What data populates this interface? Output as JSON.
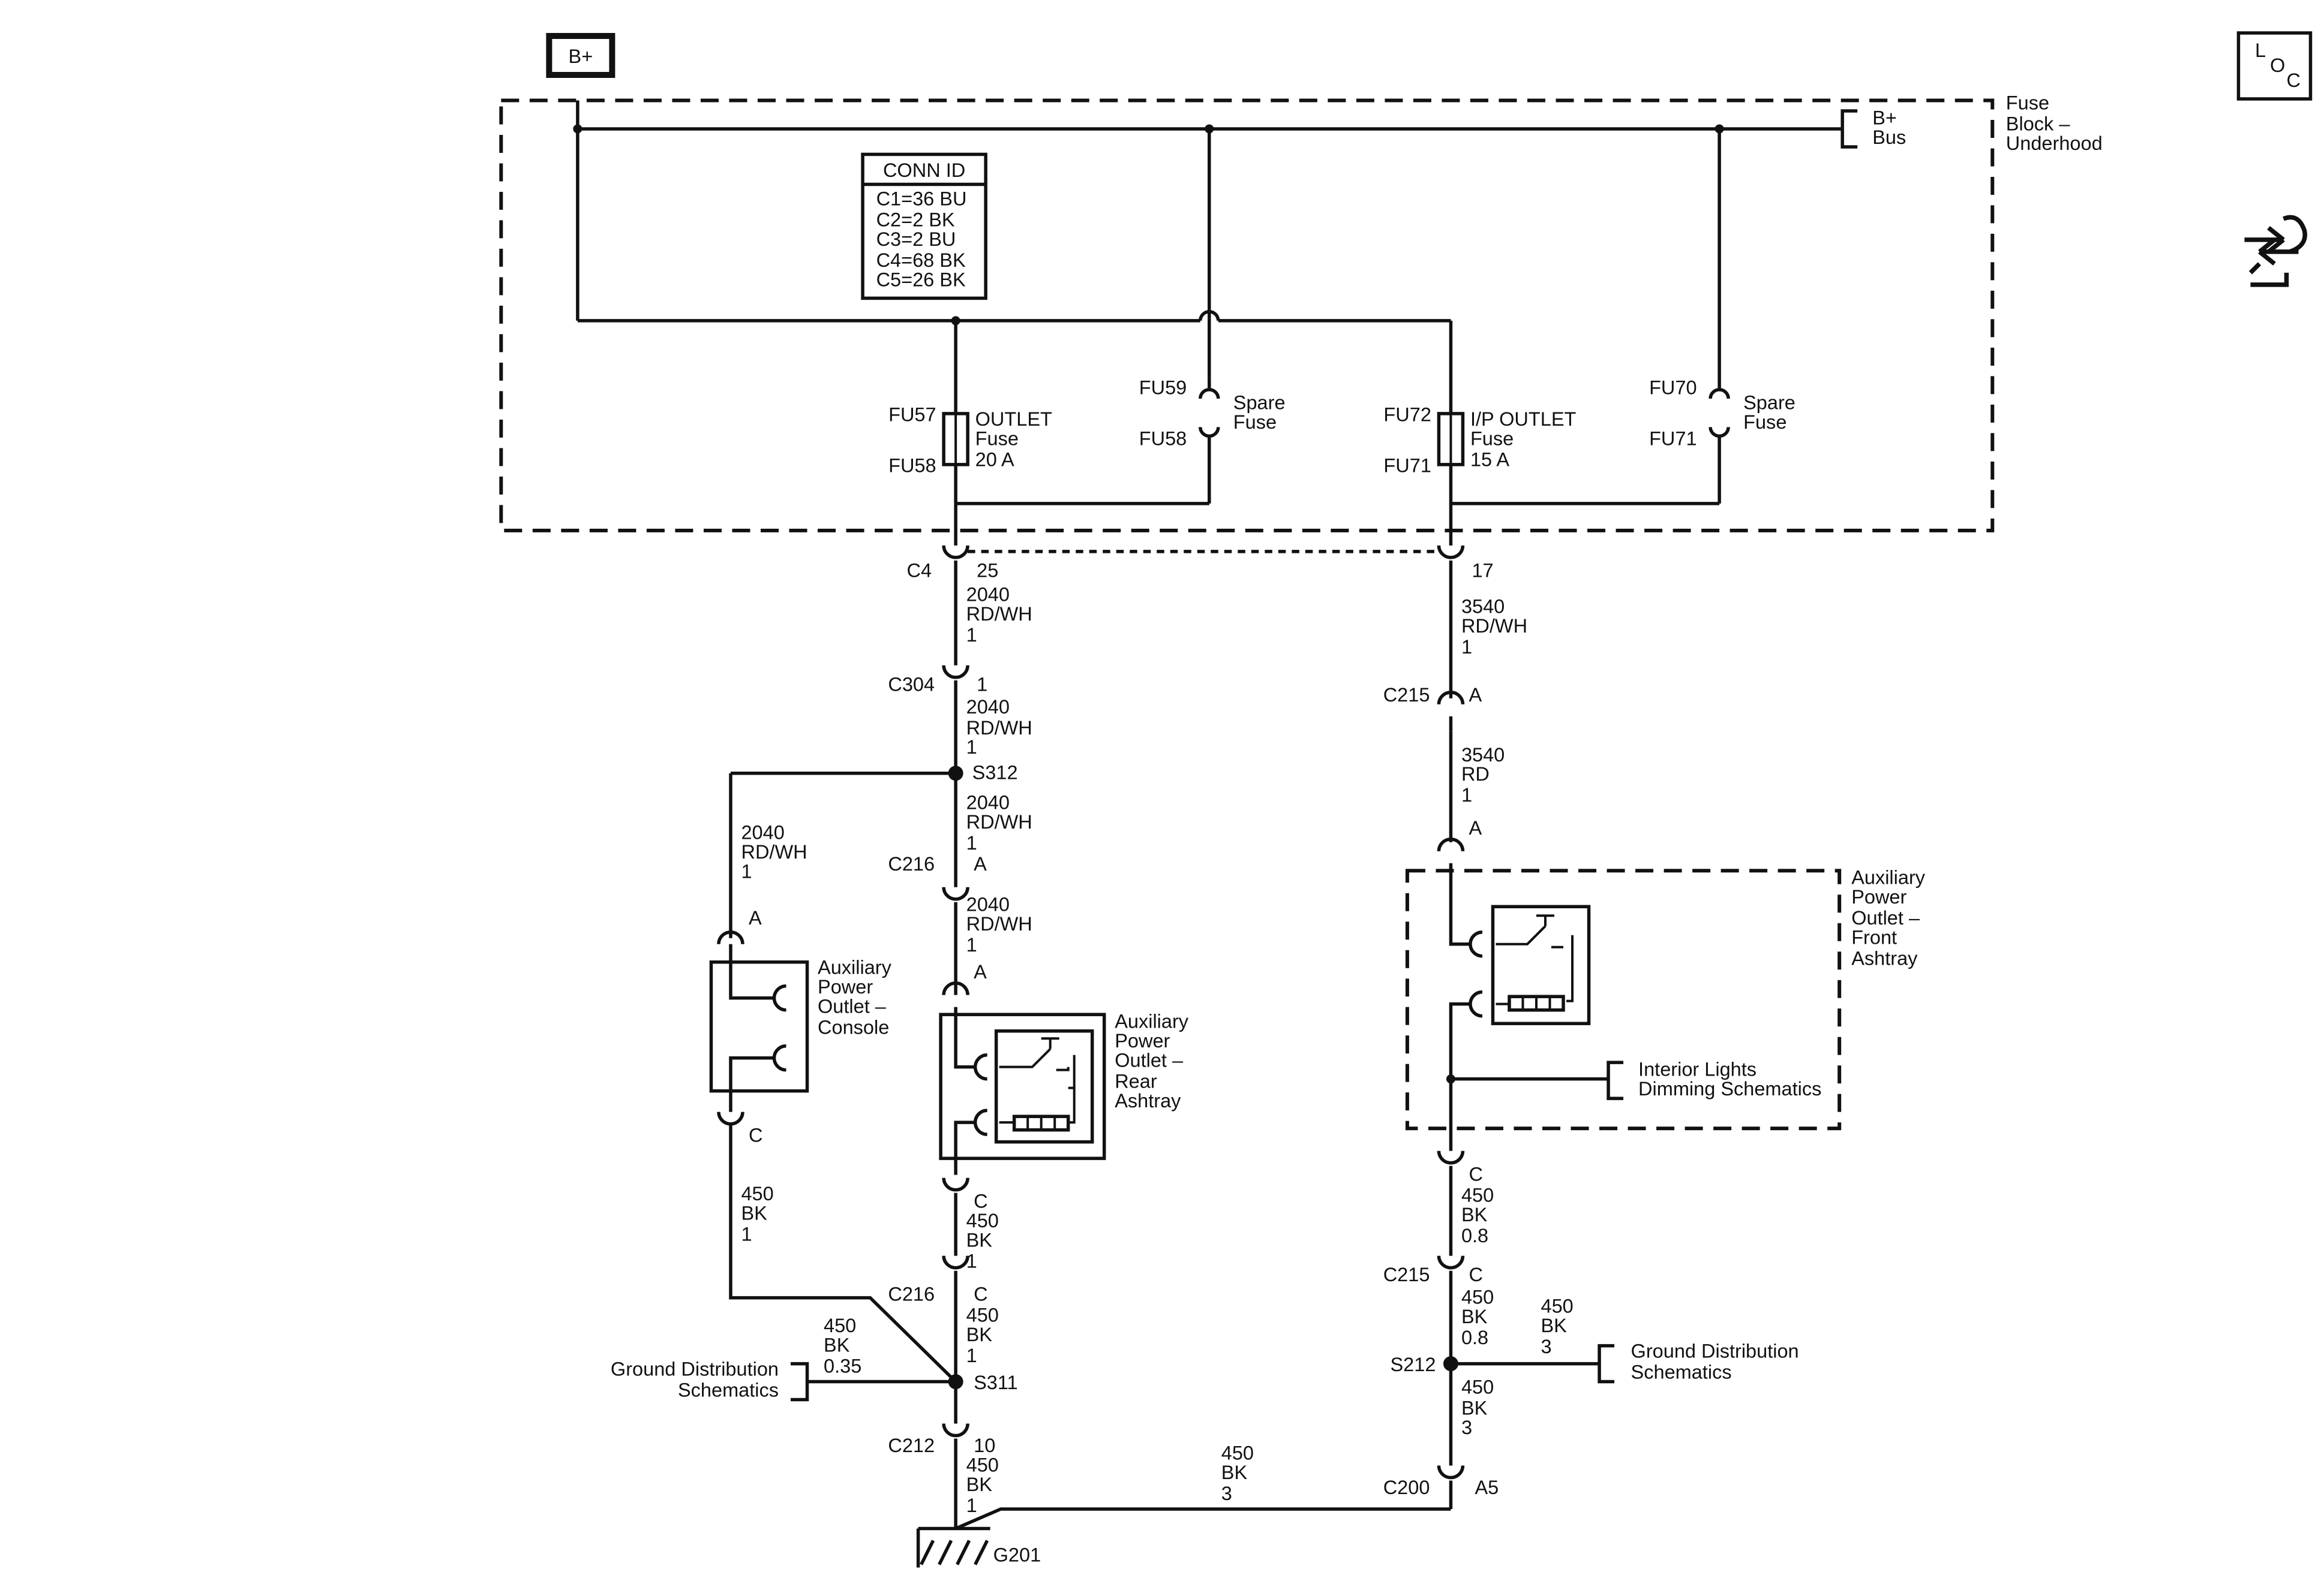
{
  "bplus_label": "B+",
  "loc_icon": {
    "icon": "location-icon",
    "letters": [
      "L",
      "O",
      "C"
    ]
  },
  "navigation_icon": "wiring-flow-arrows-icon",
  "fuse_block": {
    "title_lines": [
      "Fuse",
      "Block –",
      "Underhood"
    ],
    "bus_lines": [
      "B+",
      "Bus"
    ],
    "conn_id": {
      "header": "CONN ID",
      "lines": [
        "C1=36 BU",
        "C2=2 BK",
        "C3=2 BU",
        "C4=68 BK",
        "C5=26 BK"
      ]
    },
    "fuses": {
      "outlet": {
        "top_id": "FU57",
        "bottom_id": "FU58",
        "desc_lines": [
          "OUTLET",
          "Fuse",
          "20 A"
        ]
      },
      "spare1": {
        "top_id": "FU59",
        "bottom_id": "FU58",
        "desc_lines": [
          "Spare",
          "Fuse"
        ]
      },
      "ip_outlet": {
        "top_id": "FU72",
        "bottom_id": "FU71",
        "desc_lines": [
          "I/P OUTLET",
          "Fuse",
          "15 A"
        ]
      },
      "spare2": {
        "top_id": "FU70",
        "bottom_id": "FU71",
        "desc_lines": [
          "Spare",
          "Fuse"
        ]
      }
    }
  },
  "connectors": {
    "c4_left": {
      "name": "C4",
      "pin": "25"
    },
    "c4_right": {
      "pin": "17"
    },
    "c304": {
      "name": "C304",
      "pin": "1"
    },
    "c216_upper": {
      "name": "C216",
      "pin": "A"
    },
    "rear_in": {
      "pin": "A"
    },
    "console_in": {
      "pin": "A"
    },
    "console_out": {
      "pin": "C"
    },
    "rear_out": {
      "pin": "C"
    },
    "c216_lower": {
      "name": "C216",
      "pin": "C"
    },
    "c212": {
      "name": "C212",
      "pin": "10"
    },
    "c215_upper": {
      "name": "C215",
      "pin": "A"
    },
    "front_in": {
      "pin": "A"
    },
    "front_out": {
      "pin": "C"
    },
    "c215_lower": {
      "name": "C215",
      "pin": "C"
    },
    "c200": {
      "name": "C200",
      "pin": "A5"
    }
  },
  "wires": {
    "w_c4_c304": [
      "2040",
      "RD/WH",
      "1"
    ],
    "w_c304_s312": [
      "2040",
      "RD/WH",
      "1"
    ],
    "w_s312_c216": [
      "2040",
      "RD/WH",
      "1"
    ],
    "w_c216_rear": [
      "2040",
      "RD/WH",
      "1"
    ],
    "w_console_feed": [
      "2040",
      "RD/WH",
      "1"
    ],
    "w_c4_c215": [
      "3540",
      "RD/WH",
      "1"
    ],
    "w_c215_front": [
      "3540",
      "RD",
      "1"
    ],
    "w_console_ground": [
      "450",
      "BK",
      "1"
    ],
    "w_rear_c216": [
      "450",
      "BK",
      "1"
    ],
    "w_c216_s311": [
      "450",
      "BK",
      "1"
    ],
    "w_s311_branch": [
      "450",
      "BK",
      "0.35"
    ],
    "w_c212_g201": [
      "450",
      "BK",
      "1"
    ],
    "w_c200_bottom": [
      "450",
      "BK",
      "3"
    ],
    "w_front_c215": [
      "450",
      "BK",
      "0.8"
    ],
    "w_c215_s212": [
      "450",
      "BK",
      "0.8"
    ],
    "w_s212_branch": [
      "450",
      "BK",
      "3"
    ],
    "w_s212_c200": [
      "450",
      "BK",
      "3"
    ]
  },
  "splices": {
    "s312": "S312",
    "s311": "S311",
    "s212": "S212"
  },
  "ground": "G201",
  "components": {
    "console": [
      "Auxiliary",
      "Power",
      "Outlet –",
      "Console"
    ],
    "rear": [
      "Auxiliary",
      "Power",
      "Outlet –",
      "Rear",
      "Ashtray"
    ],
    "front": [
      "Auxiliary",
      "Power",
      "Outlet –",
      "Front",
      "Ashtray"
    ]
  },
  "references": {
    "ground_left": [
      "Ground Distribution",
      "Schematics"
    ],
    "ground_right": [
      "Ground Distribution",
      "Schematics"
    ],
    "dimming": [
      "Interior Lights",
      "Dimming Schematics"
    ]
  }
}
